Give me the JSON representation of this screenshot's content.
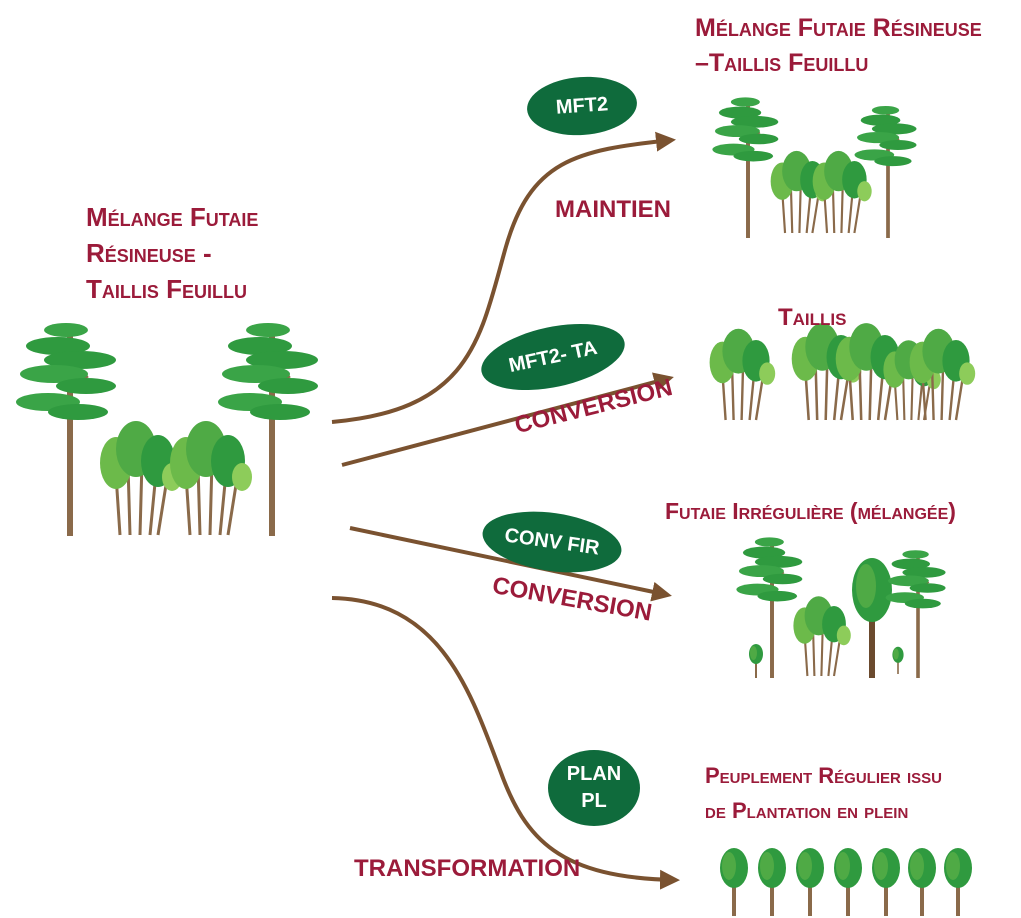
{
  "source": {
    "line1": "Mélange Futaie",
    "line2": "Résineuse -",
    "line3": "Taillis Feuillu"
  },
  "targets": [
    {
      "line1": "Mélange Futaie Résineuse",
      "line2": "–Taillis Feuillu"
    },
    {
      "line1": "Taillis"
    },
    {
      "line1": "Futaie Irrégulière (mélangée)"
    },
    {
      "line1": "Peuplement Régulier issu",
      "line2": "de Plantation en plein"
    }
  ],
  "codes": [
    {
      "label": "MFT2"
    },
    {
      "label": "MFT2- TA"
    },
    {
      "label": "CONV FIR"
    },
    {
      "line1": "PLAN",
      "line2": "PL"
    }
  ],
  "actions": [
    {
      "label": "MAINTIEN"
    },
    {
      "label": "CONVERSION"
    },
    {
      "label": "CONVERSION"
    },
    {
      "label": "TRANSFORMATION"
    }
  ],
  "colors": {
    "title": "#9b1b3a",
    "pill": "#0f6b3c",
    "arrow": "#7a5230",
    "trunk": "#8a6a4a",
    "leaf_dark": "#2f9a3f",
    "leaf_light": "#6cba4a"
  }
}
